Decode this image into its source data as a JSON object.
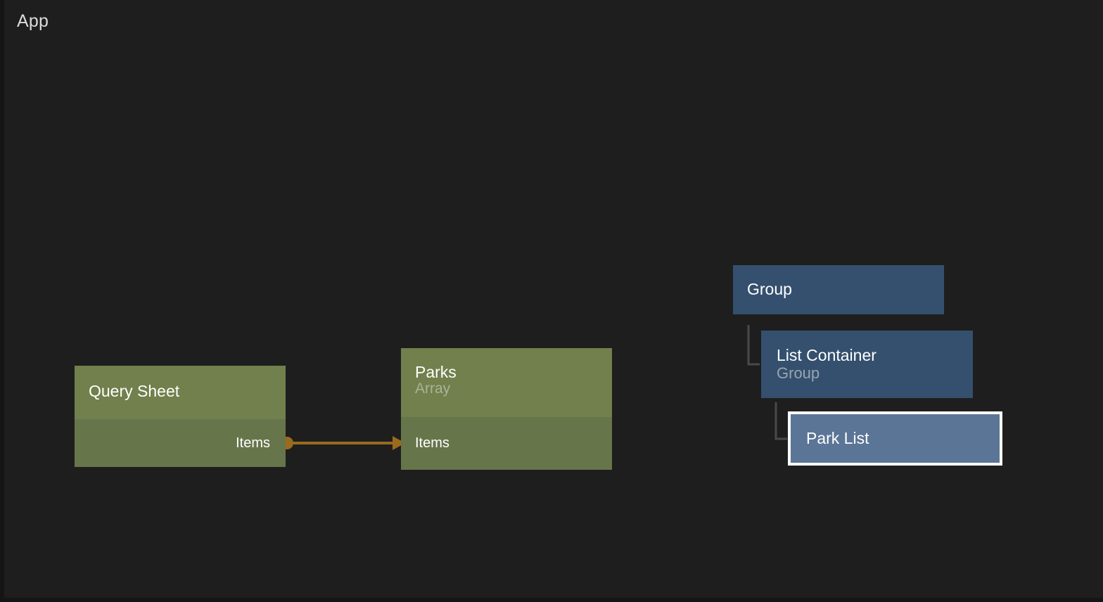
{
  "app": {
    "title": "App",
    "background": "#1e1e1e",
    "frame_color": "#151515"
  },
  "canvas": {
    "nodes": [
      {
        "id": "query-sheet",
        "kind": "data-node",
        "title": "Query Sheet",
        "subtitle": "",
        "ports": [
          {
            "name": "Items",
            "direction": "output",
            "label": "Items"
          }
        ],
        "colors": {
          "header": "#71804c",
          "body": "#67754a",
          "title": "#ffffff",
          "subtitle": "#aab39a"
        },
        "selected": false
      },
      {
        "id": "parks",
        "kind": "data-node",
        "title": "Parks",
        "subtitle": "Array",
        "ports": [
          {
            "name": "Items",
            "direction": "input",
            "label": "Items"
          }
        ],
        "colors": {
          "header": "#71804c",
          "body": "#67754a",
          "title": "#ffffff",
          "subtitle": "#aab39a"
        },
        "selected": false
      },
      {
        "id": "group",
        "kind": "hierarchy-node",
        "title": "Group",
        "subtitle": "",
        "depth": 0,
        "colors": {
          "fill": "#34506e",
          "title": "#ffffff",
          "subtitle": "#9aa4b0"
        },
        "selected": false
      },
      {
        "id": "list-container",
        "kind": "hierarchy-node",
        "title": "List Container",
        "subtitle": "Group",
        "depth": 1,
        "colors": {
          "fill": "#34506e",
          "title": "#ffffff",
          "subtitle": "#9aa4b0"
        },
        "selected": false
      },
      {
        "id": "park-list",
        "kind": "hierarchy-node",
        "title": "Park List",
        "subtitle": "",
        "depth": 2,
        "colors": {
          "fill": "#5b7596",
          "title": "#ffffff",
          "selection_border": "#ffffff"
        },
        "selected": true
      }
    ],
    "edges": [
      {
        "id": "query-sheet-items-to-parks-items",
        "from_node": "query-sheet",
        "from_port": "Items",
        "to_node": "parks",
        "to_port": "Items",
        "color": "#9a6a1d"
      }
    ],
    "tree_links": [
      {
        "from": "group",
        "to": "list-container",
        "color": "#4a4a4a"
      },
      {
        "from": "list-container",
        "to": "park-list",
        "color": "#4a4a4a"
      }
    ]
  }
}
